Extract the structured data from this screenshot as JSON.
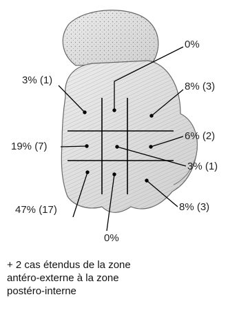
{
  "diagram": {
    "zone_labels": {
      "top_center": "0%",
      "upper_left": "3% (1)",
      "upper_right": "8% (3)",
      "middle_left": "19% (7)",
      "middle_right": "6% (2)",
      "center": "3% (1)",
      "lower_left": "47% (17)",
      "lower_right": "8% (3)",
      "bottom_center": "0%"
    },
    "caption_lines": [
      "+ 2 cas étendus de la zone",
      "antéro-externe à la zone",
      "postéro-interne"
    ],
    "colors": {
      "bone_fill": "#d9d9d9",
      "grid_line": "#000000",
      "text": "#222222"
    }
  }
}
